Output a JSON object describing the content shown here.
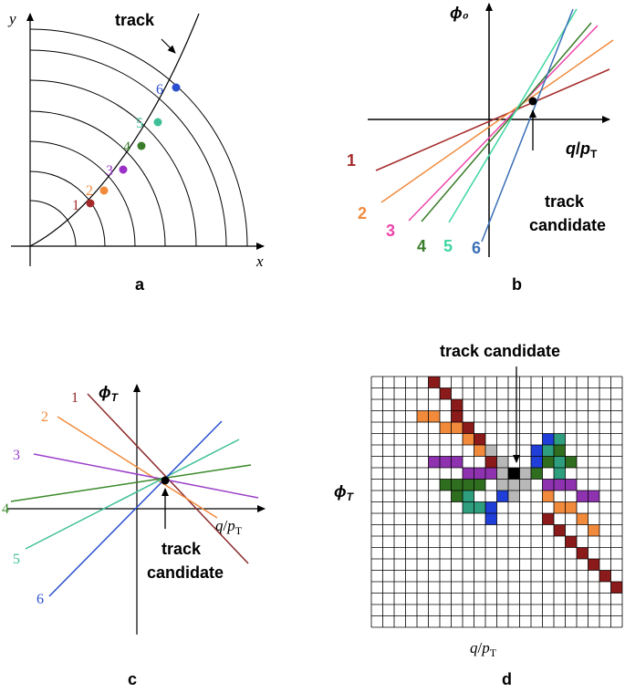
{
  "colors": {
    "c1": "#a52a2a",
    "c2": "#f28a3c",
    "c3": "#9b30c8",
    "c4": "#3a7d2a",
    "c5": "#3fbf98",
    "c6": "#2a4fd0",
    "grid_red": "#8b1a1a",
    "grid_orange": "#f28a3c",
    "grid_purple": "#8e32b0",
    "grid_green": "#2e6e1e",
    "grid_teal": "#2e9e7e",
    "grid_blue": "#1f3fd8",
    "grid_grey": "#b8b8b8",
    "axis": "#000000"
  },
  "panel_a": {
    "label": "a",
    "x_axis": "x",
    "y_axis": "y",
    "track_label": "track",
    "hits": [
      "1",
      "2",
      "3",
      "4",
      "5",
      "6"
    ]
  },
  "panel_b": {
    "label": "b",
    "y_axis": "ϕ₀",
    "x_axis_q": "q",
    "x_axis_p": "p",
    "x_axis_sub": "T",
    "candidate_line1": "track",
    "candidate_line2": "candidate",
    "lines": [
      "1",
      "2",
      "3",
      "4",
      "5",
      "6"
    ]
  },
  "panel_c": {
    "label": "c",
    "y_axis": "ϕ",
    "y_axis_sub": "T",
    "x_axis_q": "q",
    "x_axis_p": "p",
    "x_axis_sub": "T",
    "candidate_line1": "track",
    "candidate_line2": "candidate",
    "lines": [
      "1",
      "2",
      "3",
      "4",
      "5",
      "6"
    ]
  },
  "panel_d": {
    "label": "d",
    "title": "track candidate",
    "y_axis": "ϕ",
    "y_axis_sub": "T",
    "x_axis_q": "q",
    "x_axis_p": "p",
    "x_axis_sub": "T",
    "grid_size": 22
  }
}
